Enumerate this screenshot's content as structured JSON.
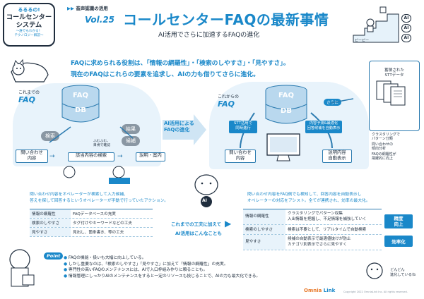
{
  "header": {
    "logo_lines": [
      "るるるの!",
      "コールセンター",
      "システム"
    ],
    "logo_sub": "～誰でもわかる！\nテクノロジー解説～",
    "series_label": "音声認識の活用",
    "vol": "Vol.25",
    "title": "コールセンターFAQの最新事情",
    "subtitle": "AI活用でさらに加速するFAQの進化",
    "ai_badges": [
      "AI",
      "AI",
      "AI"
    ],
    "corner_text": "ピーピー"
  },
  "intro": {
    "line1": "FAQに求められる役割は、「情報の網羅性」・「検索のしやすさ」・「見やすさ」。",
    "line2": "現在のFAQはこれらの要素を追求し、AIの力も借りてさらに進化。"
  },
  "left_diagram": {
    "label_old": "これまでの",
    "faq_db": [
      "FAQ",
      "DB"
    ],
    "bubbles": [
      "検索",
      "結果",
      "候補"
    ],
    "note": "ふむふむ、\n目視で確認",
    "flow": [
      "問い合わせ\n内容",
      "該当内容の検索",
      "説明・案内"
    ]
  },
  "arrow_center": "AI活用による\nFAQの進化",
  "right_diagram": {
    "label_new": "これからの",
    "faq_db": [
      "FAQ",
      "DB"
    ],
    "sarani": "さらに",
    "doc_title": "蓄積された\nSTTデータ",
    "stt_box": "STT活用で\n同時進行",
    "ai_box": "内容予測&最適化\n回答候補を自動表示",
    "flow": [
      "問い合わせ\n内容",
      "説明内容\n自動表示"
    ],
    "side_items": [
      "クラスタリングで\nパターン分類",
      "問い合わせの\n傾向分析",
      "FAQの網羅性が\n飛躍的に向上"
    ]
  },
  "left_caption": [
    "問い合わせ内容をオペレーターが検索して入力候補、",
    "答えを探して回答するというオペレーターが手動で行っていたアクション。"
  ],
  "right_caption": [
    "問い合わせ内容をFAQ側でも検知して、回答内容を自動表示し",
    "オペレーターの対応をアシスト。全てが連携され、効率の最大化。"
  ],
  "left_table": [
    [
      "情報の網羅性",
      "FAQデータベースの充実"
    ],
    [
      "検索のしやすさ",
      "タグ付けやキーワードなどの工夫"
    ],
    [
      "見やすさ",
      "見出し、箇条書き、等の工夫"
    ]
  ],
  "middle_text": [
    "これまでの工夫に加えて",
    "AI活用はこんなことも"
  ],
  "right_table": [
    [
      "情報の網羅性",
      "クラスタリングでパターン収集\n入出情報を把握し、不足情報を補強していく"
    ],
    [
      "検索のしやすさ",
      "検索は不要として、リアルタイムで自動検索"
    ],
    [
      "見やすさ",
      "候補の自動表示で最適値抜けが防止\nカテゴリ別表示でさらに見やすく"
    ]
  ],
  "side_tags": [
    "精度\n向上",
    "効率化"
  ],
  "point_label": "Point",
  "bullets": [
    "FAQの機能・扱いも大幅に向上している。",
    "しかし重要なのは、「検索のしやすさ」「見やすさ」に加えて「情報の網羅性」の充実。",
    "専門性の高いFAQのメンテナンスには、AIで入口枠組み作りに頼ることも。",
    "情報管理にしっかりAIのメンテナンスをすると一定のリソースも投じることで、AIの力も最大化できる。"
  ],
  "footer_char": "どんどん\n進化しているね",
  "footer_brand": [
    "Omnia",
    "Link"
  ],
  "copyright": "Copyright 2022 OmniaLink Inc. All rights reserved."
}
